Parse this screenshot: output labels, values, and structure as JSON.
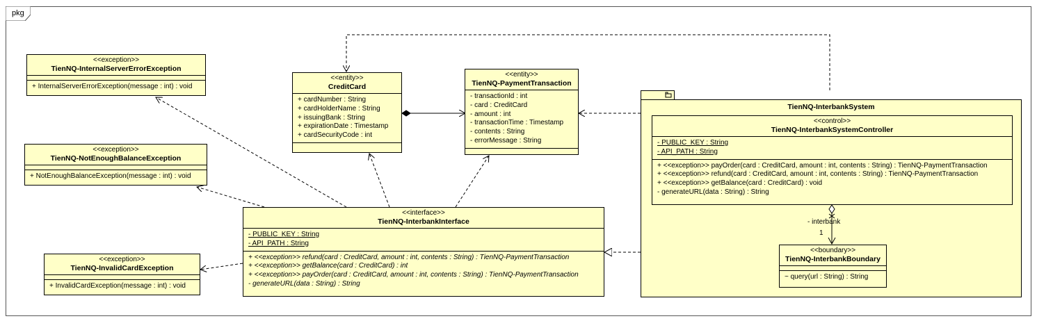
{
  "frame": {
    "label": "pkg"
  },
  "classes": {
    "internal_server_error": {
      "stereotype": "<<exception>>",
      "name": "TienNQ-InternalServerErrorException",
      "operations": [
        "+ InternalServerErrorException(message : int) : void"
      ]
    },
    "not_enough_balance": {
      "stereotype": "<<exception>>",
      "name": "TienNQ-NotEnoughBalanceException",
      "operations": [
        "+ NotEnoughBalanceException(message : int) : void"
      ]
    },
    "invalid_card": {
      "stereotype": "<<exception>>",
      "name": "TienNQ-InvalidCardException",
      "operations": [
        "+ InvalidCardException(message : int) : void"
      ]
    },
    "credit_card": {
      "stereotype": "<<entity>>",
      "name": "CreditCard",
      "attributes": [
        "+ cardNumber : String",
        "+ cardHolderName : String",
        "+ issuingBank : String",
        "+ expirationDate : Timestamp",
        "+ cardSecurityCode : int"
      ]
    },
    "payment_transaction": {
      "stereotype": "<<entity>>",
      "name": "TienNQ-PaymentTransaction",
      "attributes": [
        "- transactionId : int",
        "- card : CreditCard",
        "- amount : int",
        "- transactionTime : Timestamp",
        "- contents : String",
        "- errorMessage : String"
      ]
    },
    "interbank_interface": {
      "stereotype": "<<interface>>",
      "name": "TienNQ-InterbankInterface",
      "attributes": [
        "- PUBLIC_KEY : String",
        "- API_PATH : String"
      ],
      "operations": [
        "+ <<exception>> refund(card : CreditCard, amount : int, contents : String) : TienNQ-PaymentTransaction",
        "+ <<exception>> getBalance(card : CreditCard) : int",
        "+ <<exception>> payOrder(card : CreditCard, amount : int, contents : String) : TienNQ-PaymentTransaction",
        "- generateURL(data : String) : String"
      ]
    },
    "system_controller": {
      "stereotype": "<<control>>",
      "name": "TienNQ-InterbankSystemController",
      "attributes": [
        "- PUBLIC_KEY : String",
        "- API_PATH : String"
      ],
      "operations": [
        "+ <<exception>> payOrder(card : CreditCard, amount : int, contents : String) : TienNQ-PaymentTransaction",
        "+ <<exception>> refund(card : CreditCard, amount : int, contents : String) : TienNQ-PaymentTransaction",
        "+ <<exception>> getBalance(card : CreditCard) : void",
        "- generateURL(data : String) : String"
      ]
    },
    "interbank_boundary": {
      "stereotype": "<<boundary>>",
      "name": "TienNQ-InterbankBoundary",
      "operations": [
        "~ query(url : String) : String"
      ]
    }
  },
  "package": {
    "name": "TienNQ-InterbankSystem"
  },
  "association": {
    "role": "- interbank",
    "multiplicity": "1"
  }
}
